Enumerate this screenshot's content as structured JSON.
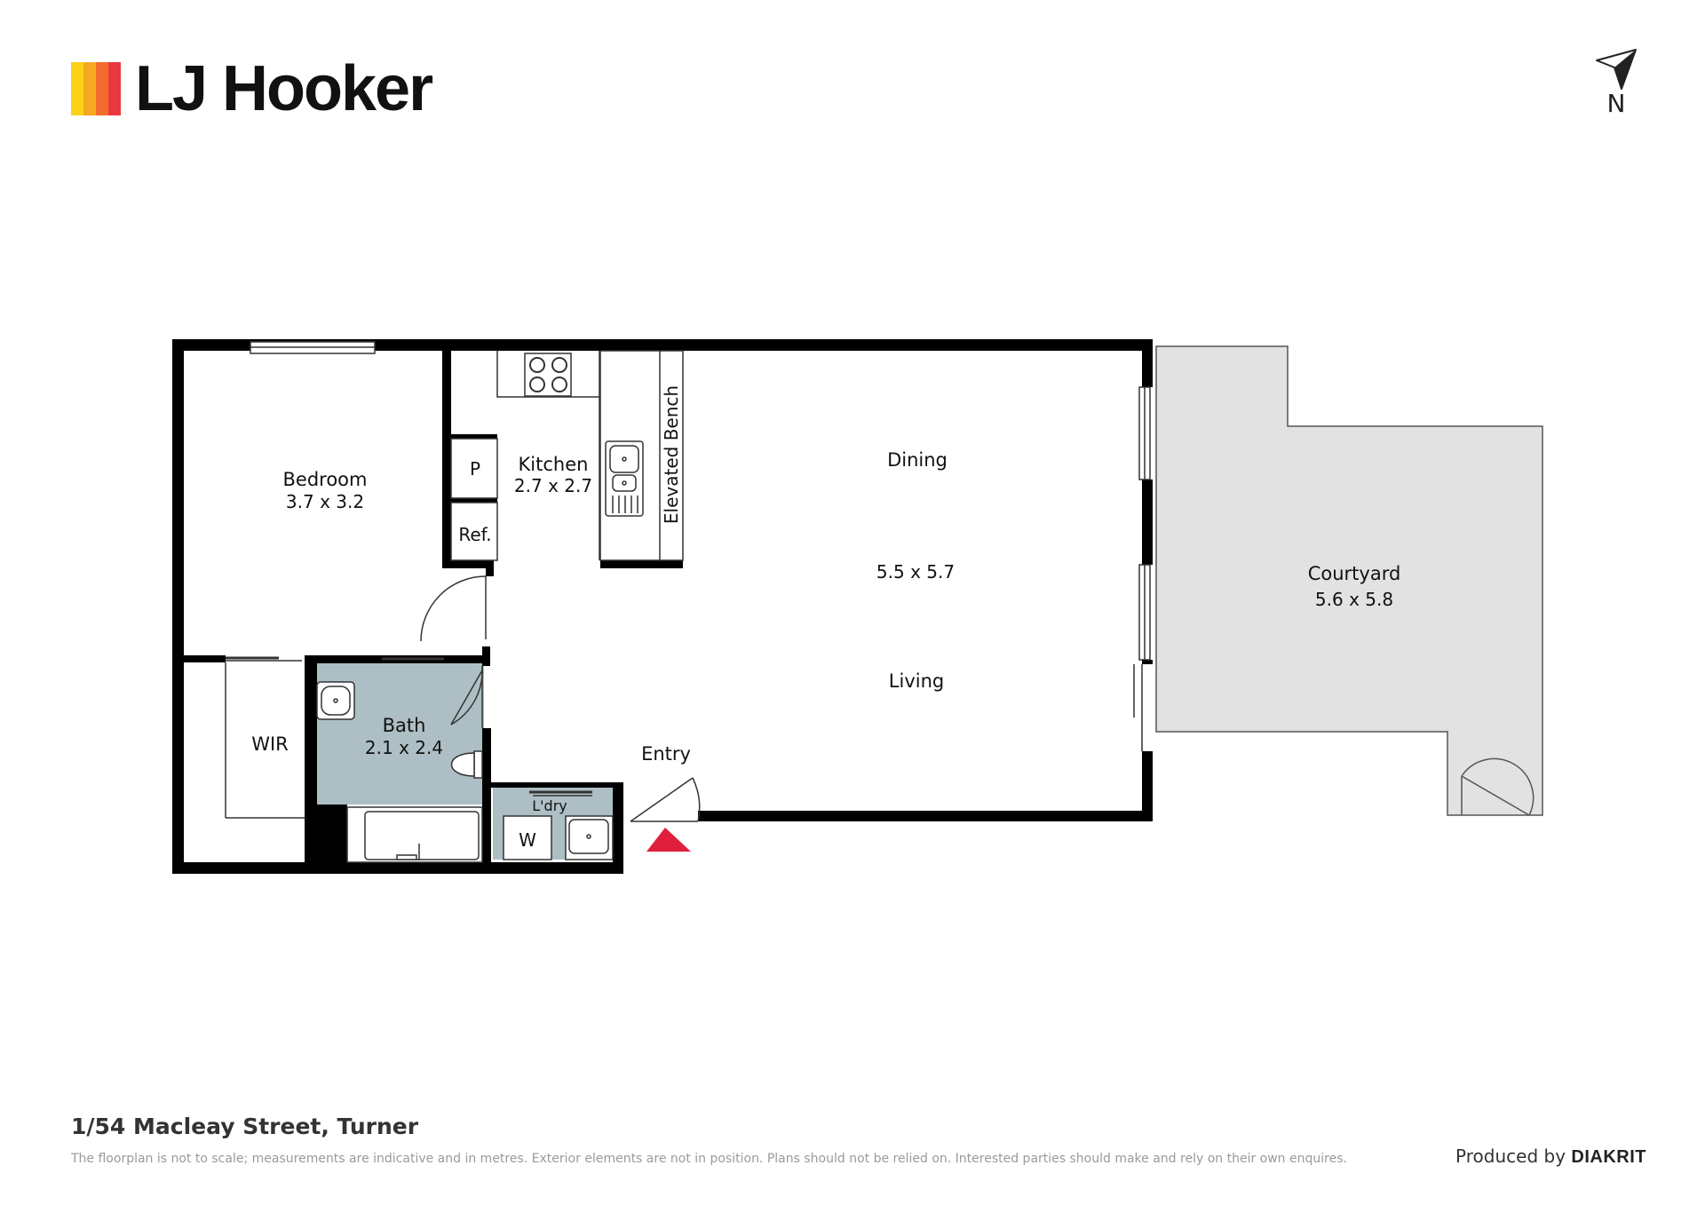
{
  "brand": {
    "name": "LJ Hooker",
    "bar_colors": [
      "#fcd116",
      "#f7a823",
      "#f26c2d",
      "#e8383d"
    ]
  },
  "compass": {
    "label": "N"
  },
  "colors": {
    "wall": "#000000",
    "courtyard_fill": "#e2e2e2",
    "wet_area_fill": "#adbfc4",
    "entry_marker": "#e01f3d"
  },
  "rooms": {
    "bedroom": {
      "name": "Bedroom",
      "size": "3.7 x 3.2"
    },
    "kitchen": {
      "name": "Kitchen",
      "size": "2.7 x 2.7"
    },
    "pantry": {
      "name": "P"
    },
    "fridge": {
      "name": "Ref."
    },
    "elevated_bench": {
      "name": "Elevated Bench"
    },
    "dining": {
      "name": "Dining"
    },
    "living_dining_size": {
      "size": "5.5 x 5.7"
    },
    "living": {
      "name": "Living"
    },
    "courtyard": {
      "name": "Courtyard",
      "size": "5.6 x 5.8"
    },
    "wir": {
      "name": "WIR"
    },
    "bath": {
      "name": "Bath",
      "size": "2.1 x 2.4"
    },
    "entry": {
      "name": "Entry"
    },
    "laundry": {
      "name": "L'dry"
    },
    "washer": {
      "name": "W"
    }
  },
  "footer": {
    "address": "1/54 Macleay Street, Turner",
    "disclaimer": "The floorplan is not to scale; measurements are indicative and in metres. Exterior elements are not in position. Plans should not be relied on. Interested parties should make and rely on their own enquires.",
    "produced_by": "Produced by",
    "producer": "DIAKRIT"
  }
}
